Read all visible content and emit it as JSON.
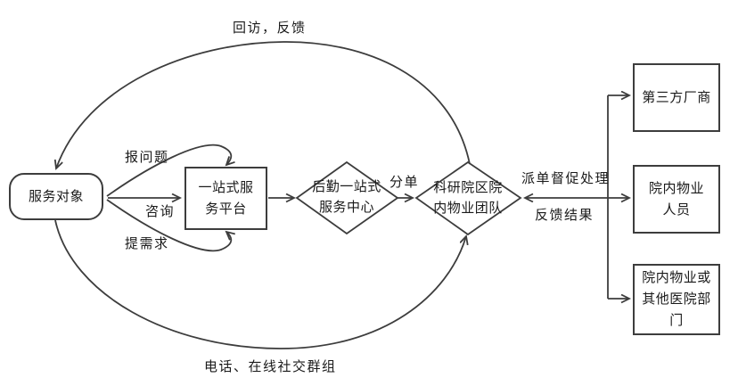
{
  "diagram": {
    "title": "service-workflow-flowchart",
    "nodes": {
      "service_object": {
        "label": "服务对象",
        "shape": "rounded-rect"
      },
      "platform": {
        "label": "一站式服务平台",
        "shape": "rect"
      },
      "logistics_center": {
        "label": "后勤一站式服务中心",
        "shape": "diamond"
      },
      "property_team": {
        "label": "科研院区院内物业团队",
        "shape": "diamond"
      },
      "third_party": {
        "label": "第三方厂商",
        "shape": "rect"
      },
      "property_staff": {
        "label": "院内物业人员",
        "shape": "rect"
      },
      "other_dept": {
        "label": "院内物业或其他医院部门",
        "shape": "rect"
      }
    },
    "edge_labels": {
      "revisit_feedback": "回访，反馈",
      "report_problem": "报问题",
      "consult": "咨询",
      "raise_demand": "提需求",
      "dispatch": "分单",
      "dispatch_supervise": "派单督促处理",
      "feedback_result": "反馈结果",
      "phone_social": "电话、在线社交群组"
    },
    "colors": {
      "line": "#3d3d3d",
      "text": "#1a1a1a",
      "background": "#ffffff"
    }
  }
}
